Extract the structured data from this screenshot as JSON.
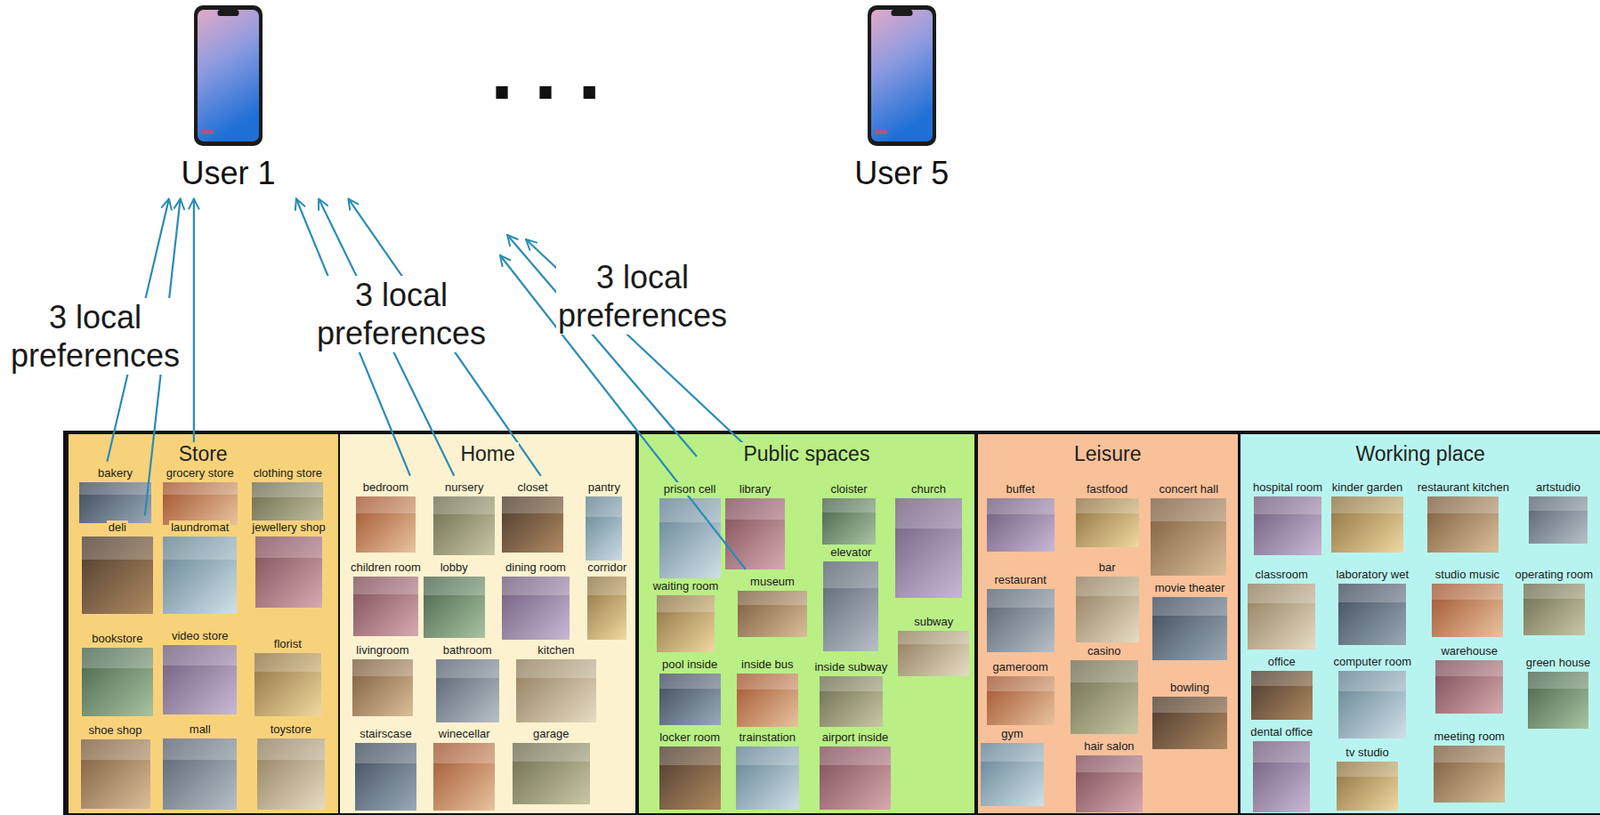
{
  "diagram": {
    "nodes": [
      {
        "text": [
          "User 1"
        ]
      },
      {
        "text": [
          "User 5"
        ]
      },
      {
        "text": [
          "Store"
        ]
      },
      {
        "text": [
          "bakery"
        ],
        "in": 2
      },
      {
        "text": [
          "grocery store"
        ],
        "in": 2
      },
      {
        "text": [
          "clothing store"
        ],
        "in": 2
      },
      {
        "text": [
          "deli"
        ],
        "in": 2
      },
      {
        "text": [
          "laundromat"
        ],
        "in": 2
      },
      {
        "text": [
          "jewellery shop"
        ],
        "in": 2
      },
      {
        "text": [
          "bookstore"
        ],
        "in": 2
      },
      {
        "text": [
          "video store"
        ],
        "in": 2
      },
      {
        "text": [
          "florist"
        ],
        "in": 2
      },
      {
        "text": [
          "shoe shop"
        ],
        "in": 2
      },
      {
        "text": [
          "mall"
        ],
        "in": 2
      },
      {
        "text": [
          "toystore"
        ],
        "in": 2
      },
      {
        "text": [
          "Home"
        ]
      },
      {
        "text": [
          "bedroom"
        ],
        "in": 15
      },
      {
        "text": [
          "nursery"
        ],
        "in": 15
      },
      {
        "text": [
          "closet"
        ],
        "in": 15
      },
      {
        "text": [
          "pantry"
        ],
        "in": 15
      },
      {
        "text": [
          "children room"
        ],
        "in": 15
      },
      {
        "text": [
          "lobby"
        ],
        "in": 15
      },
      {
        "text": [
          "dining room"
        ],
        "in": 15
      },
      {
        "text": [
          "corridor"
        ],
        "in": 15
      },
      {
        "text": [
          "livingroom"
        ],
        "in": 15
      },
      {
        "text": [
          "bathroom"
        ],
        "in": 15
      },
      {
        "text": [
          "kitchen"
        ],
        "in": 15
      },
      {
        "text": [
          "stairscase"
        ],
        "in": 15
      },
      {
        "text": [
          "winecellar"
        ],
        "in": 15
      },
      {
        "text": [
          "garage"
        ],
        "in": 15
      },
      {
        "text": [
          "Public spaces"
        ]
      },
      {
        "text": [
          "prison cell"
        ],
        "in": 30
      },
      {
        "text": [
          "library"
        ],
        "in": 30
      },
      {
        "text": [
          "cloister"
        ],
        "in": 30
      },
      {
        "text": [
          "church"
        ],
        "in": 30
      },
      {
        "text": [
          "waiting room"
        ],
        "in": 30
      },
      {
        "text": [
          "museum"
        ],
        "in": 30
      },
      {
        "text": [
          "elevator"
        ],
        "in": 30
      },
      {
        "text": [
          "subway"
        ],
        "in": 30
      },
      {
        "text": [
          "pool inside"
        ],
        "in": 30
      },
      {
        "text": [
          "inside bus"
        ],
        "in": 30
      },
      {
        "text": [
          "inside subway"
        ],
        "in": 30
      },
      {
        "text": [
          "locker room"
        ],
        "in": 30
      },
      {
        "text": [
          "trainstation"
        ],
        "in": 30
      },
      {
        "text": [
          "airport inside"
        ],
        "in": 30
      },
      {
        "text": [
          "Leisure"
        ]
      },
      {
        "text": [
          "buffet"
        ],
        "in": 45
      },
      {
        "text": [
          "fastfood"
        ],
        "in": 45
      },
      {
        "text": [
          "concert hall"
        ],
        "in": 45
      },
      {
        "text": [
          "restaurant"
        ],
        "in": 45
      },
      {
        "text": [
          "bar"
        ],
        "in": 45
      },
      {
        "text": [
          "movie theater"
        ],
        "in": 45
      },
      {
        "text": [
          "gameroom"
        ],
        "in": 45
      },
      {
        "text": [
          "casino"
        ],
        "in": 45
      },
      {
        "text": [
          "bowling"
        ],
        "in": 45
      },
      {
        "text": [
          "gym"
        ],
        "in": 45
      },
      {
        "text": [
          "hair salon"
        ],
        "in": 45
      },
      {
        "text": [
          "Working place"
        ]
      },
      {
        "text": [
          "hospital room"
        ],
        "in": 57
      },
      {
        "text": [
          "kinder garden"
        ],
        "in": 57
      },
      {
        "text": [
          "restaurant kitchen"
        ],
        "in": 57
      },
      {
        "text": [
          "artstudio"
        ],
        "in": 57
      },
      {
        "text": [
          "classroom"
        ],
        "in": 57
      },
      {
        "text": [
          "laboratory wet"
        ],
        "in": 57
      },
      {
        "text": [
          "studio music"
        ],
        "in": 57
      },
      {
        "text": [
          "operating room"
        ],
        "in": 57
      },
      {
        "text": [
          "office"
        ],
        "in": 57
      },
      {
        "text": [
          "computer room"
        ],
        "in": 57
      },
      {
        "text": [
          "warehouse"
        ],
        "in": 57
      },
      {
        "text": [
          "green house"
        ],
        "in": 57
      },
      {
        "text": [
          "dental office"
        ],
        "in": 57
      },
      {
        "text": [
          "tv studio"
        ],
        "in": 57
      },
      {
        "text": [
          "meeting room"
        ],
        "in": 57
      }
    ],
    "edges": [
      {
        "from": 3,
        "to": 0,
        "arrow": "to"
      },
      {
        "from": 6,
        "to": 0,
        "arrow": "to"
      },
      {
        "from": 4,
        "to": 0,
        "arrow": "to"
      },
      {
        "from": 16,
        "to": 0,
        "arrow": "to"
      },
      {
        "from": 17,
        "to": 0,
        "arrow": "to"
      },
      {
        "from": 18,
        "to": 0,
        "arrow": "to"
      }
    ],
    "labels": [
      "3 local preferences",
      "3 local preferences",
      "3 local preferences",
      "..."
    ]
  }
}
